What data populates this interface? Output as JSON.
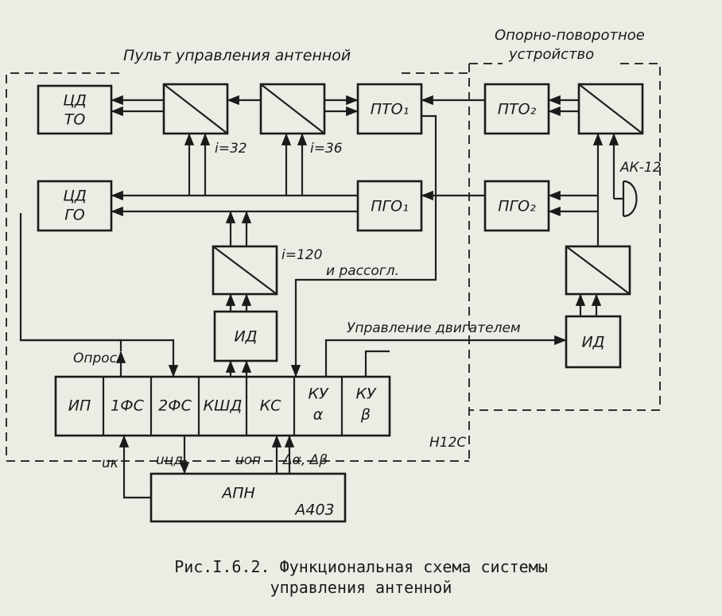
{
  "regions": {
    "control_panel": "Пульт управления антенной",
    "rotator": [
      "Опорно-поворотное",
      "устройство"
    ],
    "rotator_code": "Н12С"
  },
  "blocks": {
    "cd_to": [
      "ЦД",
      "ТО"
    ],
    "cd_go": [
      "ЦД",
      "ГО"
    ],
    "pto1": "ПТО₁",
    "pgo1": "ПГО₁",
    "pto2": "ПТО₂",
    "pgo2": "ПГО₂",
    "id_left": "ИД",
    "id_right": "ИД",
    "ip": "ИП",
    "fs1": "1ФС",
    "fs2": "2ФС",
    "kshd": "КШД",
    "ks": "КС",
    "ku_a": [
      "КУ",
      "α"
    ],
    "ku_b": [
      "КУ",
      "β"
    ],
    "apn": "АПН",
    "apn_code": "А403"
  },
  "labels": {
    "i32": "i=32",
    "i36": "i=36",
    "i120": "i=120",
    "ak12": "АК-12",
    "match": "и рассогл.",
    "motor": "Управление двигателем",
    "poll": "Опрос",
    "uk": "uк",
    "ucd": "uцд",
    "uop": "uоп",
    "dadb": "Δα, Δβ"
  },
  "caption": {
    "line1": "Рис.I.6.2. Функциональная схема системы",
    "line2": "управления антенной"
  }
}
